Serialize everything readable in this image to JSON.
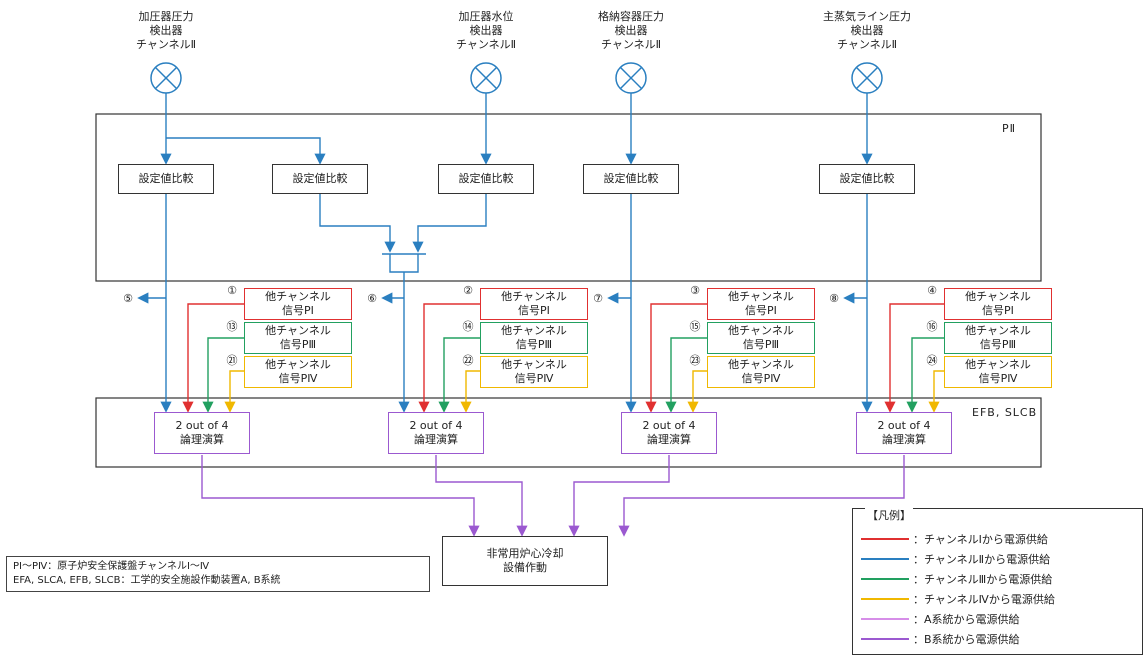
{
  "sensors": [
    {
      "lines": [
        "加圧器圧力",
        "検出器",
        "チャンネルⅡ"
      ]
    },
    {
      "lines": [
        "加圧器水位",
        "検出器",
        "チャンネルⅡ"
      ]
    },
    {
      "lines": [
        "格納容器圧力",
        "検出器",
        "チャンネルⅡ"
      ]
    },
    {
      "lines": [
        "主蒸気ライン圧力",
        "検出器",
        "チャンネルⅡ"
      ]
    }
  ],
  "panel_labels": {
    "p2": "PⅡ",
    "efb_slcb": "EFB, SLCB"
  },
  "compare_label": "設定値比較",
  "output_numbers": [
    "⑤",
    "⑥",
    "⑦",
    "⑧"
  ],
  "signal_groups": [
    {
      "items": [
        {
          "num": "①",
          "line1": "他チャンネル",
          "line2": "信号PⅠ"
        },
        {
          "num": "⑬",
          "line1": "他チャンネル",
          "line2": "信号PⅢ"
        },
        {
          "num": "㉑",
          "line1": "他チャンネル",
          "line2": "信号PⅣ"
        }
      ]
    },
    {
      "items": [
        {
          "num": "②",
          "line1": "他チャンネル",
          "line2": "信号PⅠ"
        },
        {
          "num": "⑭",
          "line1": "他チャンネル",
          "line2": "信号PⅢ"
        },
        {
          "num": "㉒",
          "line1": "他チャンネル",
          "line2": "信号PⅣ"
        }
      ]
    },
    {
      "items": [
        {
          "num": "③",
          "line1": "他チャンネル",
          "line2": "信号PⅠ"
        },
        {
          "num": "⑮",
          "line1": "他チャンネル",
          "line2": "信号PⅢ"
        },
        {
          "num": "㉓",
          "line1": "他チャンネル",
          "line2": "信号PⅣ"
        }
      ]
    },
    {
      "items": [
        {
          "num": "④",
          "line1": "他チャンネル",
          "line2": "信号PⅠ"
        },
        {
          "num": "⑯",
          "line1": "他チャンネル",
          "line2": "信号PⅢ"
        },
        {
          "num": "㉔",
          "line1": "他チャンネル",
          "line2": "信号PⅣ"
        }
      ]
    }
  ],
  "logic_label": {
    "line1": "2 out of 4",
    "line2": "論理演算"
  },
  "final": {
    "line1": "非常用炉心冷却",
    "line2": "設備作動"
  },
  "note": {
    "line1": "PⅠ〜PⅣ：原子炉安全保護盤チャンネルⅠ〜Ⅳ",
    "line2": "EFA, SLCA, EFB, SLCB：工学的安全施設作動装置A, B系統"
  },
  "legend": {
    "title": "【凡例】",
    "items": [
      {
        "text": "：チャンネルⅠから電源供給",
        "color": "#e03030"
      },
      {
        "text": "：チャンネルⅡから電源供給",
        "color": "#2a7fc0"
      },
      {
        "text": "：チャンネルⅢから電源供給",
        "color": "#22a060"
      },
      {
        "text": "：チャンネルⅣから電源供給",
        "color": "#f0b800"
      },
      {
        "text": "：A系統から電源供給",
        "color": "#d68ee8"
      },
      {
        "text": "：B系統から電源供給",
        "color": "#9b59d0"
      }
    ]
  },
  "colors": {
    "ch1": "#e03030",
    "ch2": "#2a7fc0",
    "ch3": "#22a060",
    "ch4": "#f0b800",
    "sysA": "#d68ee8",
    "sysB": "#9b59d0"
  }
}
